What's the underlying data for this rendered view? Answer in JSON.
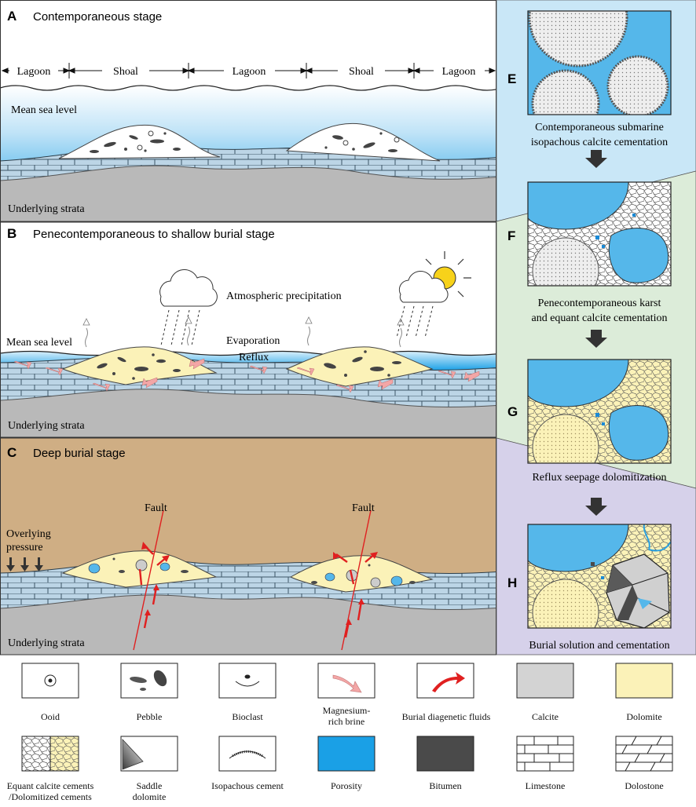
{
  "panel_a": {
    "letter": "A",
    "title": "Contemporaneous stage",
    "zones": [
      "Lagoon",
      "Shoal",
      "Lagoon",
      "Shoal",
      "Lagoon"
    ],
    "sea_level": "Mean sea level",
    "underlying": "Underlying strata"
  },
  "panel_b": {
    "letter": "B",
    "title": "Penecontemporaneous to shallow burial stage",
    "precipitation": "Atmospheric precipitation",
    "evaporation": "Evaporation",
    "reflux": "Reflux",
    "sea_level": "Mean sea level",
    "underlying": "Underlying strata"
  },
  "panel_c": {
    "letter": "C",
    "title": "Deep burial stage",
    "fault_left": "Fault",
    "fault_right": "Fault",
    "pressure_line1": "Overlying",
    "pressure_line2": "pressure",
    "underlying": "Underlying strata"
  },
  "panel_e": {
    "letter": "E",
    "caption_line1": "Contemporaneous submarine",
    "caption_line2": "isopachous calcite cementation"
  },
  "panel_f": {
    "letter": "F",
    "caption_line1": "Penecontemporaneous karst",
    "caption_line2": "and equant calcite cementation"
  },
  "panel_g": {
    "letter": "G",
    "caption_line1": "Reflux seepage dolomitization"
  },
  "panel_h": {
    "letter": "H",
    "caption_line1": "Burial solution and cementation"
  },
  "legend": [
    {
      "key": "ooid",
      "label": "Ooid"
    },
    {
      "key": "pebble",
      "label": "Pebble"
    },
    {
      "key": "bioclast",
      "label": "Bioclast"
    },
    {
      "key": "brine",
      "label": "Magnesium-\nrich brine"
    },
    {
      "key": "burial",
      "label": "Burial diagenetic fluids"
    },
    {
      "key": "calcite",
      "label": "Calcite"
    },
    {
      "key": "dolomite",
      "label": "Dolomite"
    },
    {
      "key": "equant",
      "label": "Equant calcite cements\n/Dolomitized cements"
    },
    {
      "key": "saddle",
      "label": "Saddle\ndolomite"
    },
    {
      "key": "isopachous",
      "label": "Isopachous cement"
    },
    {
      "key": "porosity",
      "label": "Porosity"
    },
    {
      "key": "bitumen",
      "label": "Bitumen"
    },
    {
      "key": "limestone",
      "label": "Limestone"
    },
    {
      "key": "dolostone",
      "label": "Dolostone"
    }
  ],
  "colors": {
    "sea_blue": "#1aa0e6",
    "pore_blue": "#55b7ea",
    "calcite": "#d3d3d3",
    "dolomite": "#fbf2b8",
    "burial_bg": "#cfae84",
    "strata_gray": "#b9b9b9",
    "limestone": "#bcd5e6",
    "brine_arrow": "#f3a6a6",
    "burial_arrow": "#e02020",
    "bitumen": "#4a4a4a",
    "panel_e_bg": "#c9e7f7",
    "panel_fg_bg": "#dcecd9",
    "panel_h_bg": "#d6d1ea"
  }
}
